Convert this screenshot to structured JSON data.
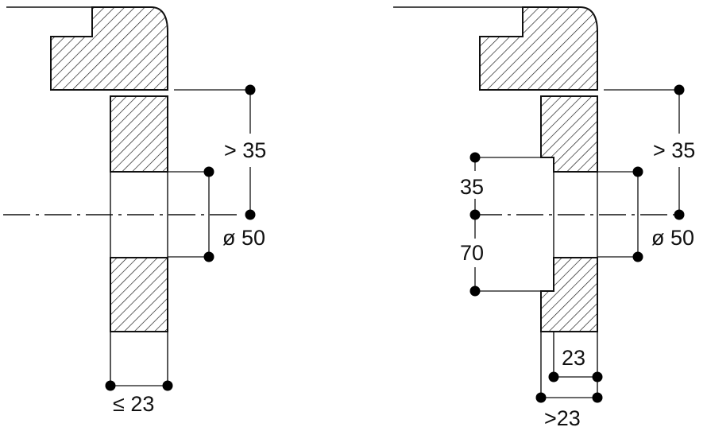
{
  "left_view": {
    "dim_gap": "> 35",
    "dim_diameter": "ø 50",
    "dim_thickness": "≤ 23"
  },
  "right_view": {
    "dim_gap": "> 35",
    "dim_diameter": "ø 50",
    "dim_upper_step": "35",
    "dim_lower_step": "70",
    "dim_inner_width": "23",
    "dim_outer_width": ">23"
  }
}
